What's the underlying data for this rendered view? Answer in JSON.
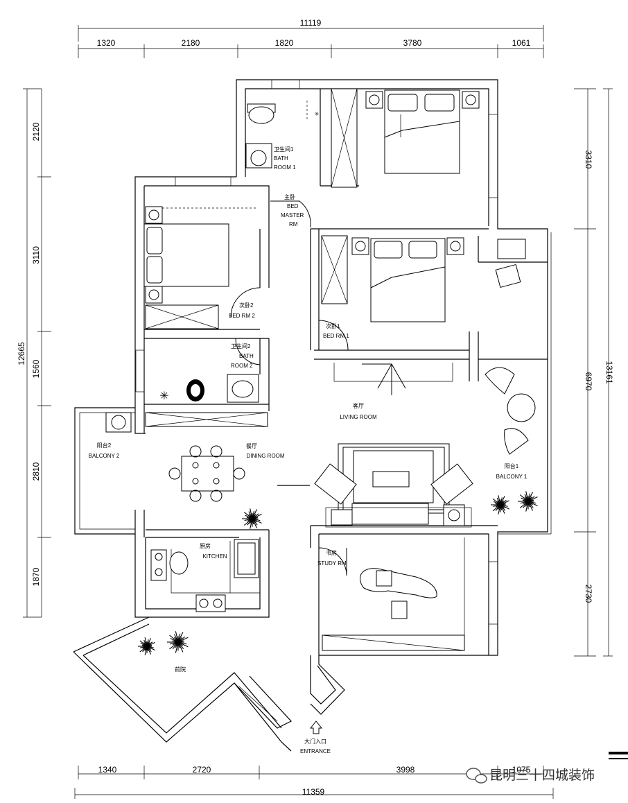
{
  "dimensions": {
    "top_total": "11119",
    "top_segments": [
      "1320",
      "2180",
      "1820",
      "3780",
      "1061"
    ],
    "bottom_total": "11359",
    "bottom_segments": [
      "1340",
      "2720",
      "3998",
      "1075"
    ],
    "left_total": "12665",
    "left_segments": [
      "2120",
      "3110",
      "1560",
      "2810",
      "1870"
    ],
    "right_total": "13161",
    "right_segments": [
      "3310",
      "6970",
      "2730"
    ]
  },
  "rooms": {
    "bath1": {
      "cn": "卫生间1",
      "en1": "BATH",
      "en2": "ROOM 1"
    },
    "master": {
      "cn": "主卧",
      "en1": "BED",
      "en2": "MASTER",
      "en3": "RM"
    },
    "bed1": {
      "cn": "次卧1",
      "en": "BED RM 1"
    },
    "bed2": {
      "cn": "次卧2",
      "en": "BED RM 2"
    },
    "bath2": {
      "cn": "卫生间2",
      "en1": "BATH",
      "en2": "ROOM 2"
    },
    "living": {
      "cn": "客厅",
      "en": "LIVING ROOM"
    },
    "dining": {
      "cn": "餐厅",
      "en": "DINING ROOM"
    },
    "balcony1": {
      "cn": "阳台1",
      "en": "BALCONY 1"
    },
    "balcony2": {
      "cn": "阳台2",
      "en": "BALCONY 2"
    },
    "kitchen": {
      "cn": "厨房",
      "en": "KITCHEN"
    },
    "study": {
      "cn": "书房",
      "en": "STUDY RM"
    },
    "garden": {
      "cn": "前院"
    },
    "entrance": {
      "cn": "大门入口",
      "en": "ENTRANCE"
    }
  },
  "watermark": "昆明三十四城装饰",
  "icons": {
    "watermark": "wechat-icon"
  }
}
